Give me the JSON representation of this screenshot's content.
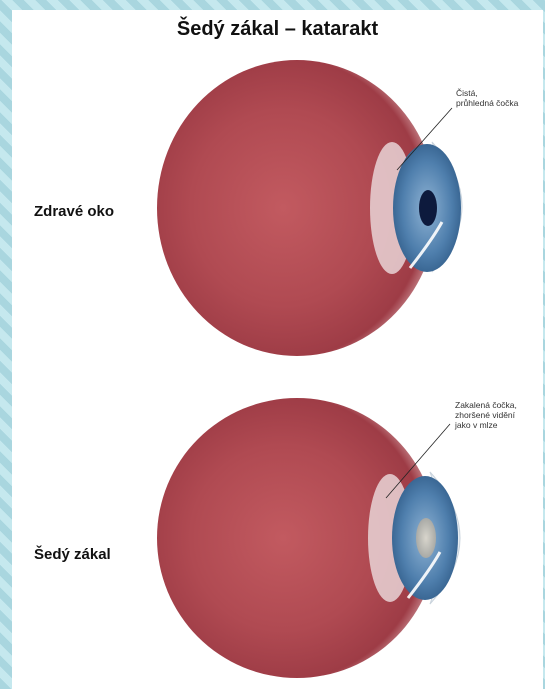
{
  "diagram": {
    "title": "Šedý zákal – katarakt",
    "healthy_eye": {
      "label": "Zdravé oko",
      "annotation": [
        "Čistá,",
        "průhledná čočka"
      ]
    },
    "cataract_eye": {
      "label": "Šedý zákal",
      "annotation": [
        "Zakalená čočka,",
        "zhoršené vidění",
        "jako v mlze"
      ]
    }
  }
}
